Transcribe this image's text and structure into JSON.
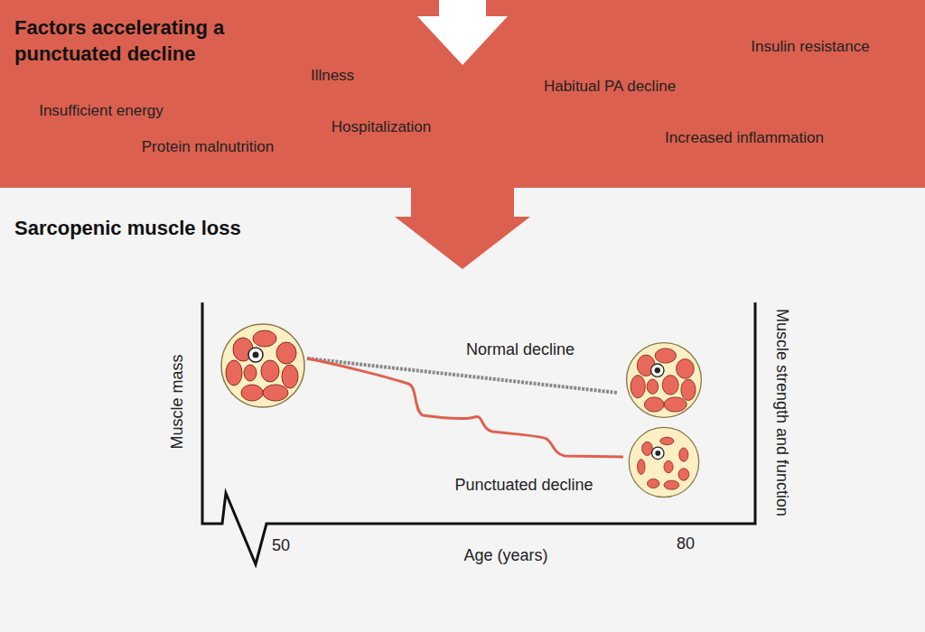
{
  "diagram": {
    "nodes": [
      {
        "text": [
          "Factors accelerating a punctuated decline",
          "Insufficient energy",
          "Protein malnutrition",
          "Illness",
          "Hospitalization",
          "Habitual PA decline",
          "Insulin resistance",
          "Increased inflammation"
        ]
      },
      {
        "text": [
          "Sarcopenic muscle loss"
        ]
      }
    ],
    "edges": [
      {
        "from": 0,
        "to": 1,
        "arrow": "to"
      }
    ],
    "labels": [
      "Normal decline",
      "Muscle mass",
      "Muscle strength and function",
      "Punctuated decline",
      "50",
      "80",
      "Age (years)"
    ]
  }
}
